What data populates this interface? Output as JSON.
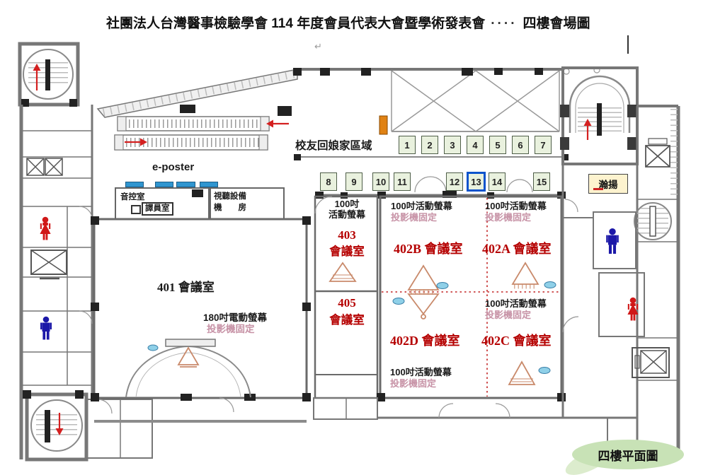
{
  "title": {
    "left": "社團法人台灣醫事檢驗學會 114 年度會員代表大會暨學術發表會",
    "dots": "····",
    "right": "四樓會場圖"
  },
  "areas": {
    "alumni": "校友回娘家區域",
    "eposter": "e-poster",
    "audio_control": "音控室",
    "interpreter": "譯員室",
    "av_line1": "視聽設備",
    "av_line2": "機　　房",
    "hanyang": "瀚揚",
    "footer": "四樓平面圖"
  },
  "rooms": {
    "r401": "401 會議室",
    "r403_no": "403",
    "r405_no": "405",
    "meeting_room": "會議室",
    "r402a": "402A 會議室",
    "r402b": "402B 會議室",
    "r402c": "402C 會議室",
    "r402d": "402D 會議室"
  },
  "equipment": {
    "screen180": "180吋電動螢幕",
    "screen100_l1": "100吋",
    "screen100_l2": "活動螢幕",
    "screen100": "100吋活動螢幕",
    "projector_fixed": "投影機固定"
  },
  "booths": {
    "row1": [
      "1",
      "2",
      "3",
      "4",
      "5",
      "6",
      "7"
    ],
    "row2": [
      "8",
      "9",
      "10",
      "11",
      "12",
      "13",
      "14",
      "15"
    ],
    "highlighted": "13"
  },
  "misc": {
    "para_mark": "↵"
  },
  "colors": {
    "room_label_red": "#b50000",
    "projector_note_pink": "#c792a6",
    "booth_green": "#e9f1de",
    "highlight_blue": "#0b53cc",
    "eposter_bar_blue": "#2f95d0",
    "orange_marker": "#e08214",
    "hanyang_cream": "#fdf3cf",
    "footer_green": "#c8e2b6",
    "wall_gray": "#6a6a6a",
    "projector_salmon": "#c98a6b",
    "oval_blue": "#8fd0e8",
    "arrow_red": "#d42020",
    "man_blue": "#1c18a8",
    "woman_red": "#d01818"
  }
}
